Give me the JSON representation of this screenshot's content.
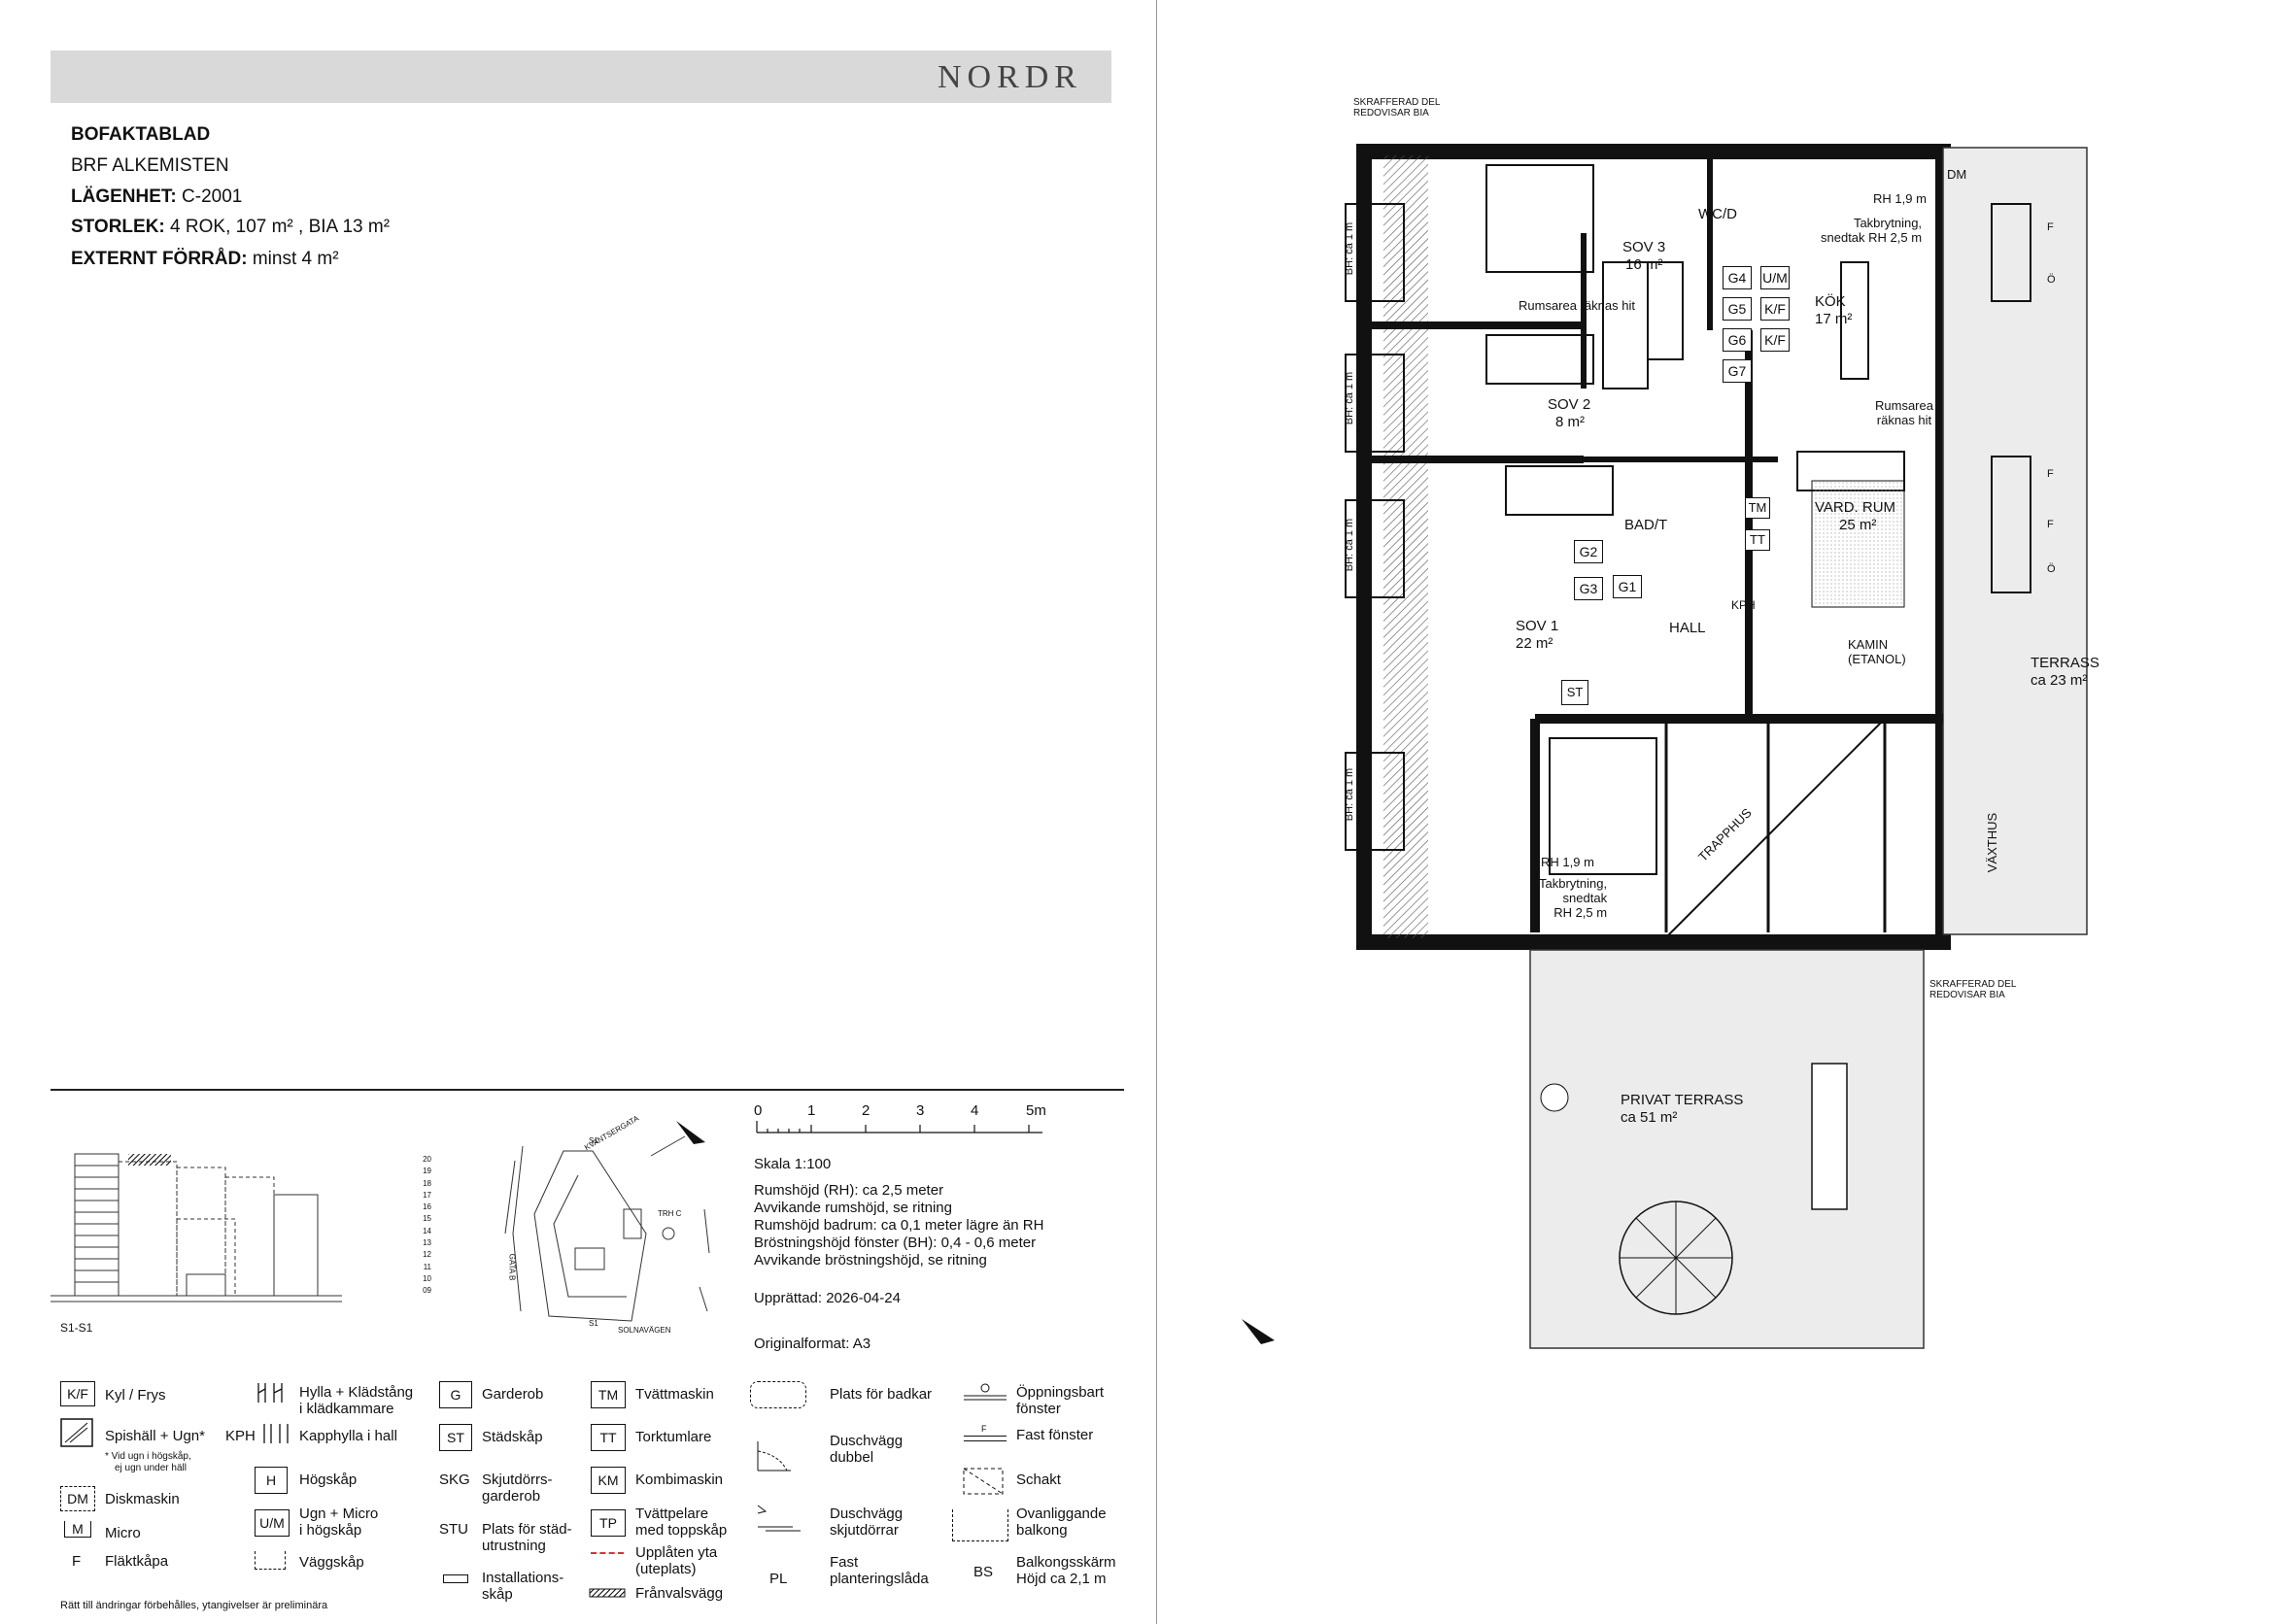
{
  "header": {
    "brand": "NORDR"
  },
  "info": {
    "title": "BOFAKTABLAD",
    "association": "BRF  ALKEMISTEN",
    "apartment_label": "LÄGENHET:",
    "apartment_value": "C-2001",
    "size_label": "STORLEK:",
    "size_value": "4 ROK, 107 m²  , BIA 13 m²",
    "storage_label": "EXTERNT FÖRRÅD:",
    "storage_value": "minst 4 m²"
  },
  "plan": {
    "hatched_note_top": "SKRAFFERAD DEL",
    "hatched_note_top2": "REDOVISAR BIA",
    "hatched_note_bottom": "SKRAFFERAD DEL",
    "hatched_note_bottom2": "REDOVISAR BIA",
    "rooms": {
      "sov3": "SOV 3",
      "sov3_area": "16 m²",
      "sov2": "SOV 2",
      "sov2_area": "8 m²",
      "sov1": "SOV 1",
      "sov1_area": "22 m²",
      "wcd": "WC/D",
      "kok": "KÖK",
      "kok_area": "17 m²",
      "badt": "BAD/T",
      "vard": "VARD. RUM",
      "vard_area": "25 m²",
      "hall": "HALL",
      "terrass": "TERRASS",
      "terrass_area": "ca 23 m²",
      "privat": "PRIVAT TERRASS",
      "privat_area": "ca 51 m²",
      "trapphus": "TRAPPHUS",
      "vaxthus": "VÄXTHUS"
    },
    "notes": {
      "rumsarea1": "Rumsarea räknas hit",
      "rumsarea2a": "Rumsarea",
      "rumsarea2b": "räknas hit",
      "rh19_top": "RH 1,9 m",
      "takbryt_top1": "Takbrytning,",
      "takbryt_top2": "snedtak RH 2,5 m",
      "rh19_bottom": "RH 1,9 m",
      "takbryt_bot1": "Takbrytning,",
      "takbryt_bot2": "snedtak",
      "takbryt_bot3": "RH 2,5 m",
      "kamin1": "KAMIN",
      "kamin2": "(ETANOL)",
      "bh": "BH: ca 1 m",
      "f": "F",
      "o": "Ö",
      "dm": "DM",
      "kph": "KPH"
    },
    "boxes": {
      "g1": "G1",
      "g2": "G2",
      "g3": "G3",
      "g4": "G4",
      "g5": "G5",
      "g6": "G6",
      "g7": "G7",
      "um": "U/M",
      "kf1": "K/F",
      "kf2": "K/F",
      "tm": "TM",
      "tt": "TT",
      "st": "ST"
    }
  },
  "scale": {
    "ticks": [
      "0",
      "1",
      "2",
      "3",
      "4",
      "5m"
    ],
    "scale_text": "Skala 1:100",
    "rh_line1": "Rumshöjd (RH): ca 2,5 meter",
    "rh_line2": "Avvikande rumshöjd, se ritning",
    "rh_line3": "Rumshöjd badrum: ca 0,1 meter lägre än RH",
    "rh_line4": "Bröstningshöjd fönster (BH): 0,4 - 0,6 meter",
    "rh_line5": "Avvikande bröstningshöjd, se ritning",
    "created": "Upprättad: 2026-04-24",
    "format": "Originalformat: A3"
  },
  "section": {
    "label": "S1-S1",
    "floors": [
      "20",
      "19",
      "18",
      "17",
      "16",
      "15",
      "14",
      "13",
      "12",
      "11",
      "10",
      "09"
    ]
  },
  "siteplan": {
    "street1": "KVANTSERGATA",
    "street2": "GATA B",
    "street3": "SOLNAVÄGEN",
    "trh": "TRH C",
    "s1": "S1"
  },
  "legend": {
    "kf_sym": "K/F",
    "kf": "Kyl / Frys",
    "spis": "Spishäll + Ugn*",
    "spis_note1": "* Vid ugn i högskåp,",
    "spis_note2": "ej ugn under häll",
    "dm_sym": "DM",
    "dm": "Diskmaskin",
    "m_sym": "M",
    "m": "Micro",
    "f_sym": "F",
    "f": "Fläktkåpa",
    "hylla1": "Hylla + Klädstång",
    "hylla2": "i klädkammare",
    "kph_sym": "KPH",
    "kph": "Kapphylla i hall",
    "h_sym": "H",
    "h": "Högskåp",
    "um_sym": "U/M",
    "um1": "Ugn + Micro",
    "um2": "i högskåp",
    "vaggskap": "Väggskåp",
    "g_sym": "G",
    "g": "Garderob",
    "st_sym": "ST",
    "st": "Städskåp",
    "skg_sym": "SKG",
    "skg1": "Skjutdörrs-",
    "skg2": "garderob",
    "stu_sym": "STU",
    "stu1": "Plats för städ-",
    "stu2": "utrustning",
    "inst1": "Installations-",
    "inst2": "skåp",
    "tm_sym": "TM",
    "tm": "Tvättmaskin",
    "tt_sym": "TT",
    "tt": "Torktumlare",
    "km_sym": "KM",
    "km": "Kombimaskin",
    "tp_sym": "TP",
    "tp1": "Tvättpelare",
    "tp2": "med toppskåp",
    "upp1": "Upplåten yta",
    "upp2": "(uteplats)",
    "franvals": "Frånvalsvägg",
    "badkar": "Plats för badkar",
    "dusch1a": "Duschvägg",
    "dusch1b": "dubbel",
    "dusch2a": "Duschvägg",
    "dusch2b": "skjutdörrar",
    "pl_sym": "PL",
    "pl1": "Fast",
    "pl2": "planteringslåda",
    "oppn1": "Öppningsbart",
    "oppn2": "fönster",
    "fast": "Fast fönster",
    "schakt": "Schakt",
    "ovan1": "Ovanliggande",
    "ovan2": "balkong",
    "bs_sym": "BS",
    "bs1": "Balkongsskärm",
    "bs2": "Höjd ca 2,1 m",
    "disclaimer": "Rätt till ändringar förbehålles, ytangivelser är preliminära"
  }
}
